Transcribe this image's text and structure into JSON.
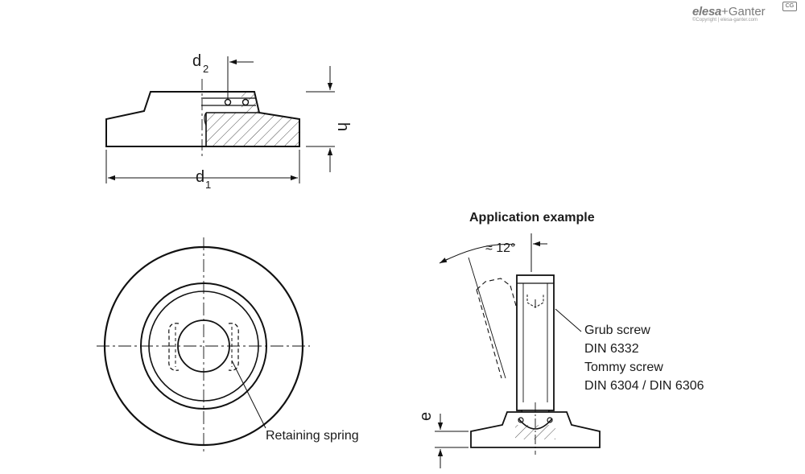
{
  "logo": {
    "brand": "elesa",
    "plus": "+",
    "brand2": "Ganter",
    "copyright": "©Copyright | elesa-ganter.com",
    "mark": "CG"
  },
  "labels": {
    "d2_main": "d",
    "d2_sub": "2",
    "d1_main": "d",
    "d1_sub": "1",
    "h": "h",
    "e": "e",
    "retaining_spring": "Retaining spring",
    "application_title": "Application example",
    "angle": "≈ 12°",
    "grub_screw": "Grub screw",
    "din_6332": "DIN 6332",
    "tommy_screw": "Tommy screw",
    "din_6304_6306": "DIN 6304 / DIN 6306"
  }
}
